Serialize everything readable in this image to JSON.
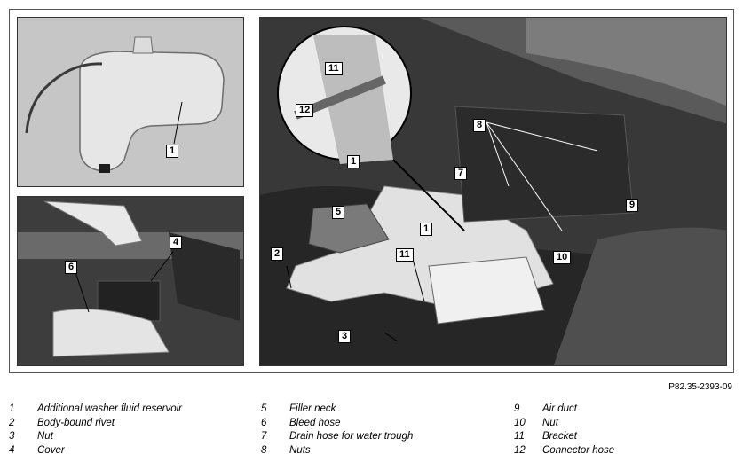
{
  "figure": {
    "reference": "P82.35-2393-09",
    "callouts": {
      "tl": [
        "1"
      ],
      "bl": [
        "4",
        "6"
      ],
      "right": [
        "11",
        "12",
        "1",
        "8",
        "7",
        "9",
        "5",
        "2",
        "11",
        "1",
        "10",
        "3"
      ]
    }
  },
  "legend": [
    {
      "num": "1",
      "text": "Additional washer fluid reservoir"
    },
    {
      "num": "2",
      "text": "Body-bound rivet"
    },
    {
      "num": "3",
      "text": "Nut"
    },
    {
      "num": "4",
      "text": "Cover"
    },
    {
      "num": "5",
      "text": "Filler neck"
    },
    {
      "num": "6",
      "text": "Bleed hose"
    },
    {
      "num": "7",
      "text": "Drain hose for water trough"
    },
    {
      "num": "8",
      "text": "Nuts"
    },
    {
      "num": "9",
      "text": "Air duct"
    },
    {
      "num": "10",
      "text": "Nut"
    },
    {
      "num": "11",
      "text": "Bracket"
    },
    {
      "num": "12",
      "text": "Connector hose"
    }
  ],
  "colors": {
    "photo_dark": "#2a2a2a",
    "photo_mid": "#8c8c8c",
    "photo_light": "#d8d8d8"
  }
}
